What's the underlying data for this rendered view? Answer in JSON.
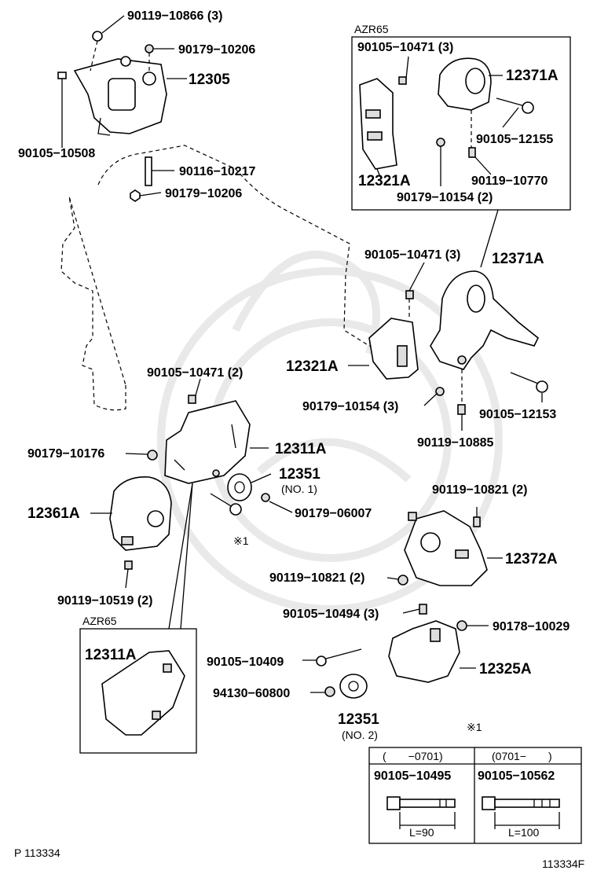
{
  "labels": {
    "p90119_10866": "90119−10866 (3)",
    "p90179_10206a": "90179−10206",
    "p12305": "12305",
    "p90105_10508": "90105−10508",
    "p90116_10217": "90116−10217",
    "p90179_10206b": "90179−10206",
    "azr65_top": "AZR65",
    "p90105_10471_t": "90105−10471 (3)",
    "p12371A_t": "12371A",
    "p90105_12155": "90105−12155",
    "p12321A_t": "12321A",
    "p90119_10770": "90119−10770",
    "p90179_10154_t": "90179−10154 (2)",
    "p90105_10471_m": "90105−10471 (3)",
    "p12371A_m": "12371A",
    "p12321A_m": "12321A",
    "p90179_10154_m": "90179−10154 (3)",
    "p90105_12153": "90105−12153",
    "p90119_10885": "90119−10885",
    "p90105_10471_2": "90105−10471 (2)",
    "p90179_10176": "90179−10176",
    "p12311A": "12311A",
    "p12351_no1": "12351",
    "no1": "(NO. 1)",
    "p12361A": "12361A",
    "p90179_06007": "90179−06007",
    "mark1_a": "※1",
    "p90119_10519": "90119−10519 (2)",
    "p90119_10821_a": "90119−10821 (2)",
    "p12372A": "12372A",
    "p90119_10821_b": "90119−10821 (2)",
    "p90105_10494": "90105−10494 (3)",
    "p90178_10029": "90178−10029",
    "azr65_bot": "AZR65",
    "p12311A_b": "12311A",
    "p90105_10409": "90105−10409",
    "p12325A": "12325A",
    "p94130_60800": "94130−60800",
    "p12351_no2": "12351",
    "no2": "(NO. 2)",
    "mark1_b": "※1",
    "col1_range": "(　　−0701)",
    "col2_range": "(0701−　　)",
    "col1_part": "90105−10495",
    "col2_part": "90105−10562",
    "col1_len": "L=90",
    "col2_len": "L=100",
    "footer_left": "P  113334",
    "footer_right": "113334F"
  }
}
